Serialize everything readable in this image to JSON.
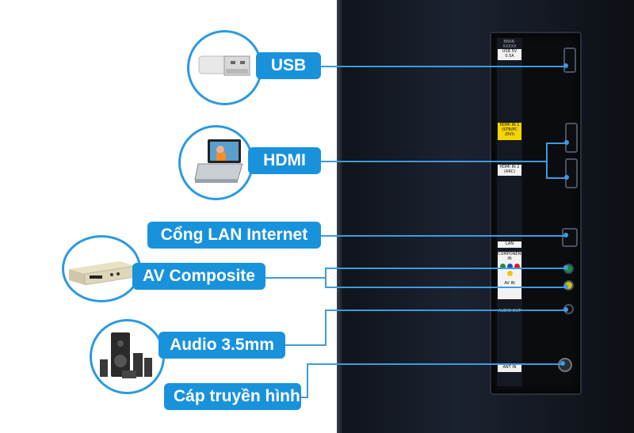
{
  "accent_color": "#1992dc",
  "labels": {
    "usb": "USB",
    "hdmi": "HDMI",
    "lan": "Cổng LAN Internet",
    "av": "AV Composite",
    "audio": "Audio 3.5mm",
    "antenna": "Cáp truyền hình"
  },
  "panel_labels": {
    "top_code": "BN68-XXXXX",
    "usb": "USB 5V 0.5A",
    "hdmi1": "HDMI IN 1 (STB/PC /DVI)",
    "hdmi2": "HDMI IN 2 (ARC)",
    "lan": "LAN",
    "component": "COMPONENT IN",
    "av_in": "AV IN",
    "audio_out": "AUDIO OUT",
    "ant_in": "ANT IN"
  },
  "icons": {
    "usb": "usb-plug-icon",
    "hdmi": "laptop-icon",
    "av": "dvd-player-icon",
    "audio": "speaker-system-icon"
  }
}
